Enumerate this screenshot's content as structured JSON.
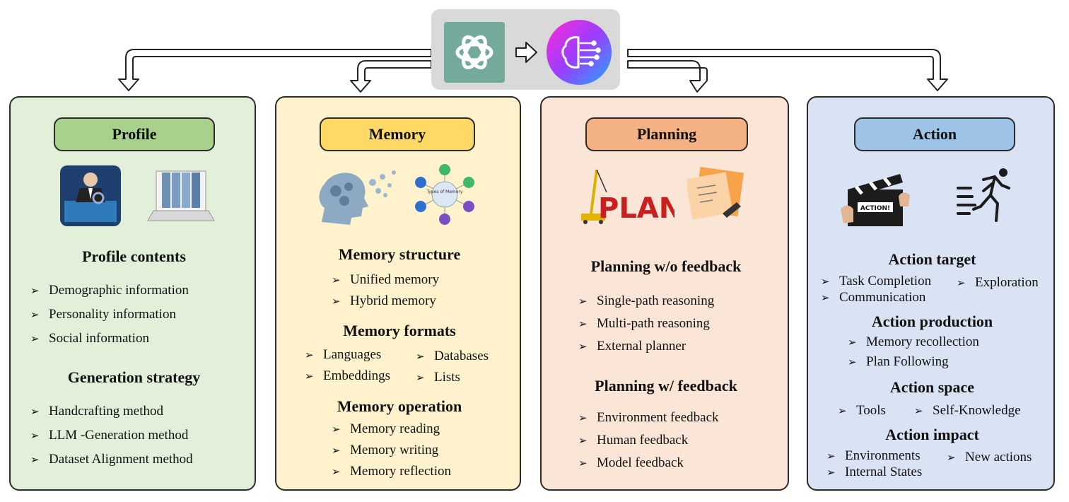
{
  "colors": {
    "profile_bg": "#e2efd9",
    "profile_pill": "#a9d18e",
    "memory_bg": "#fff2cc",
    "memory_pill": "#ffd966",
    "planning_bg": "#fbe5d6",
    "planning_pill": "#f4b183",
    "action_bg": "#dae3f3",
    "action_pill": "#9dc3e6",
    "openai_tile": "#74aa9c"
  },
  "bullet": "➢",
  "profile": {
    "title": "Profile",
    "contents_heading": "Profile contents",
    "contents": [
      "Demographic information",
      "Personality information",
      "Social information"
    ],
    "strategy_heading": "Generation strategy",
    "strategy": [
      "Handcrafting method",
      "LLM -Generation method",
      "Dataset Alignment method"
    ]
  },
  "memory": {
    "title": "Memory",
    "image_label": "Types of Memory",
    "structure_heading": "Memory structure",
    "structure": [
      "Unified memory",
      "Hybrid memory"
    ],
    "formats_heading": "Memory formats",
    "formats": [
      "Languages",
      "Databases",
      "Embeddings",
      "Lists"
    ],
    "operation_heading": "Memory operation",
    "operation": [
      "Memory reading",
      "Memory writing",
      "Memory reflection"
    ]
  },
  "planning": {
    "title": "Planning",
    "image_label": "PLAN",
    "without_heading": "Planning w/o feedback",
    "without": [
      "Single-path reasoning",
      "Multi-path reasoning",
      "External planner"
    ],
    "with_heading": "Planning w/ feedback",
    "with": [
      "Environment feedback",
      "Human feedback",
      "Model feedback"
    ]
  },
  "action": {
    "title": "Action",
    "image_label": "ACTION!",
    "target_heading": "Action target",
    "target": [
      "Task Completion",
      "Exploration",
      "Communication"
    ],
    "production_heading": "Action production",
    "production": [
      "Memory recollection",
      "Plan Following"
    ],
    "space_heading": "Action space",
    "space": [
      "Tools",
      "Self-Knowledge"
    ],
    "impact_heading": "Action impact",
    "impact": [
      "Environments",
      "New actions",
      "Internal States"
    ]
  }
}
